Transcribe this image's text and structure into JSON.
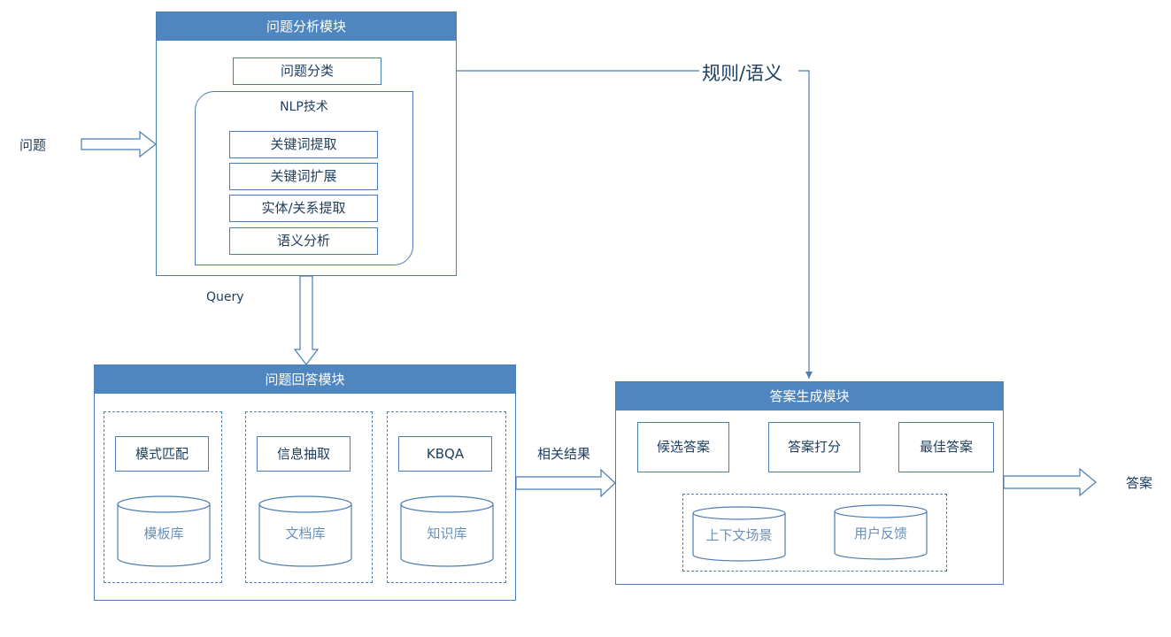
{
  "input_label": "问题",
  "output_label": "答案",
  "analysis": {
    "title": "问题分析模块",
    "classify": "问题分类",
    "nlp_title": "NLP技术",
    "nlp_items": [
      "关键词提取",
      "关键词扩展",
      "实体/关系提取",
      "语义分析"
    ]
  },
  "rule_label": "规则/语义",
  "query_label": "Query",
  "answering": {
    "title": "问题回答模块",
    "columns": [
      {
        "method": "模式匹配",
        "store": "模板库"
      },
      {
        "method": "信息抽取",
        "store": "文档库"
      },
      {
        "method": "KBQA",
        "store": "知识库"
      }
    ]
  },
  "related_label": "相关结果",
  "generation": {
    "title": "答案生成模块",
    "candidate": "候选答案",
    "scoring": "答案打分",
    "best": "最佳答案",
    "context": "上下文场景",
    "feedback": "用户反馈"
  },
  "colors": {
    "header": "#4f86c0",
    "border": "#4a7db5",
    "text": "#1f3f60"
  }
}
